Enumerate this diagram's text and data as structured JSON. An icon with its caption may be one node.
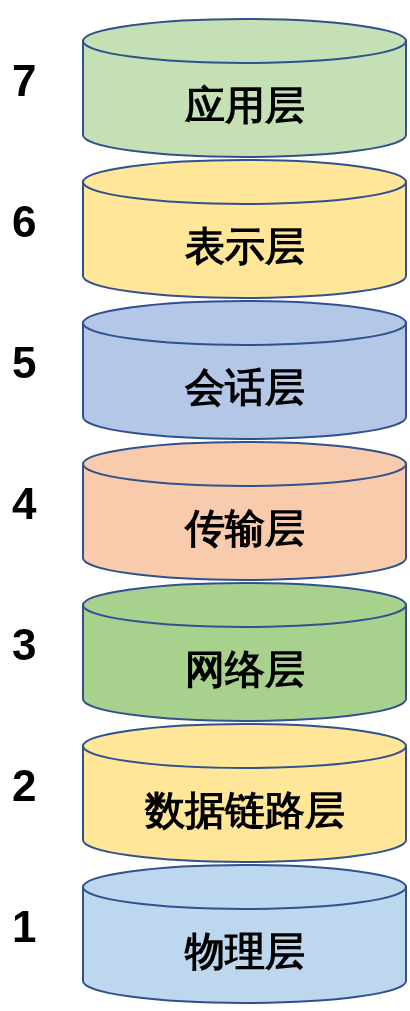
{
  "diagram": {
    "nodes": [
      {
        "text": [
          "应用层"
        ],
        "beside": [
          "7"
        ]
      },
      {
        "text": [
          "表示层"
        ],
        "beside": [
          "6"
        ]
      },
      {
        "text": [
          "会话层"
        ],
        "beside": [
          "5"
        ]
      },
      {
        "text": [
          "传输层"
        ],
        "beside": [
          "4"
        ]
      },
      {
        "text": [
          "网络层"
        ],
        "beside": [
          "3"
        ]
      },
      {
        "text": [
          "数据链路层"
        ],
        "beside": [
          "2"
        ]
      },
      {
        "text": [
          "物理层"
        ],
        "beside": [
          "1"
        ]
      }
    ]
  }
}
